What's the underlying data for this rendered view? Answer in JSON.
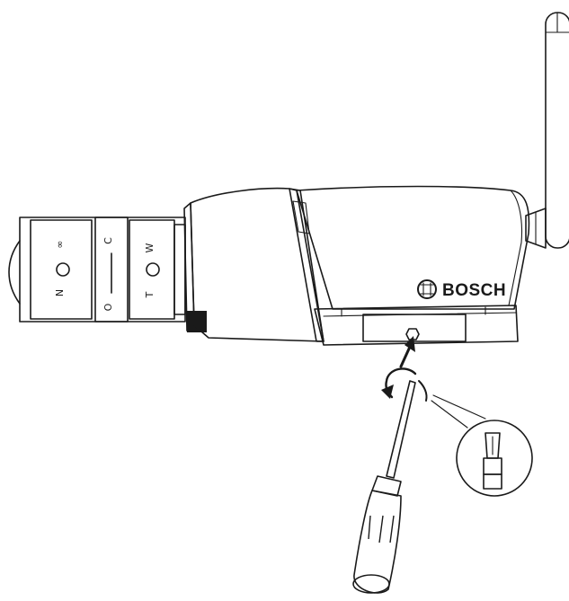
{
  "brand": {
    "name": "BOSCH"
  },
  "lens": {
    "focus_ring": {
      "top_symbol": "∞",
      "bottom_letter": "N"
    },
    "iris_ring": {
      "top_letter": "C",
      "bottom_letter": "O"
    },
    "zoom_ring": {
      "top_letter": "W",
      "bottom_letter": "T"
    }
  },
  "colors": {
    "line": "#1a1a1a",
    "handle_fill": "#808080",
    "background": "#ffffff"
  },
  "icons": {
    "rotation": "counterclockwise-arrow",
    "tool": "flat-screwdriver",
    "logo": "bosch-armature-logo"
  }
}
